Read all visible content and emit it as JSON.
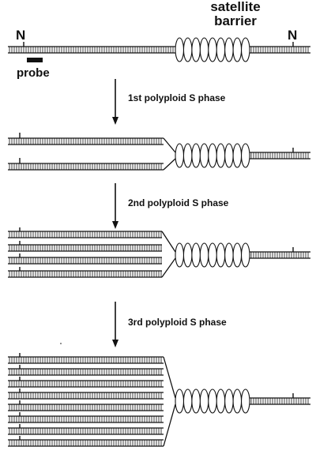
{
  "labels": {
    "satellite_barrier": [
      "satellite",
      "barrier"
    ],
    "site_left": "N",
    "site_right": "N",
    "probe": "probe"
  },
  "steps": [
    "1st polyploid S phase",
    "2nd polyploid S phase",
    "3rd polyploid S phase"
  ],
  "stages": [
    {
      "strand_count": 1
    },
    {
      "strand_count": 2
    },
    {
      "strand_count": 4
    },
    {
      "strand_count": 8
    }
  ],
  "colors": {
    "ink": "#111111",
    "background": "#ffffff"
  }
}
